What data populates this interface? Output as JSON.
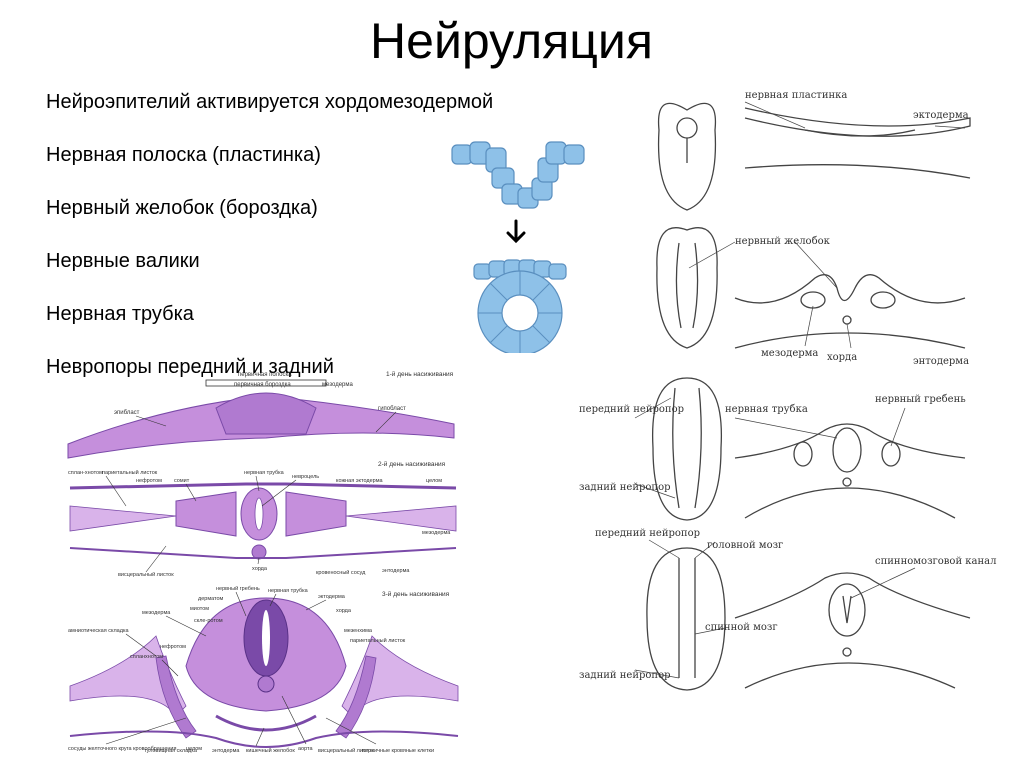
{
  "title": "Нейруляция",
  "bullets": [
    "Нейроэпителий активируется хордомезодермой",
    "Нервная полоска (пластинка)",
    "Нервный желобок (бороздка)",
    "Нервные валики",
    "Нервная трубка",
    "Невропоры передний и задний"
  ],
  "histology": {
    "day1": {
      "heading": "1-й день насиживания",
      "labels": {
        "streak": "первичная полоска",
        "groove": "первичная бороздка",
        "mesoderm": "мезодерма",
        "epiblast": "эпибласт",
        "hypoblast": "гипобласт"
      }
    },
    "day2": {
      "heading": "2-й день насиживания",
      "labels": {
        "splanchnotome": "сплан-хнотом",
        "parietal": "париетальный листок",
        "nephrotome": "нефротом",
        "somite": "сомит",
        "tube": "нервная трубка",
        "neurocoel": "невроцель",
        "skin_ecto": "кожная эктодерма",
        "coelom": "целом",
        "mesoderm": "мезодерма",
        "visceral": "висцеральный листок",
        "chorda": "хорда",
        "vessel": "кровеносный сосуд",
        "endoderm": "энтодерма"
      }
    },
    "day3": {
      "heading": "3-й день насиживания",
      "labels": {
        "crest": "нервный гребень",
        "dermatome": "дерматом",
        "myotome": "миотом",
        "sclerotome": "скле-ротом",
        "tube": "нервная трубка",
        "ectoderm": "эктодерма",
        "chorda": "хорда",
        "mesoderm": "мезодерма",
        "mesenchyme": "мезенхима",
        "amnion": "амниотическая складка",
        "parietal": "париетальный листок",
        "splanchnotome": "спланхнотом",
        "nephrotome": "нефротом",
        "vessels_yolk": "сосуды желточного круга кровообращения",
        "trunk_fold": "туловищная складка",
        "coelom": "целом",
        "endoderm": "энтодерма",
        "gut": "кишечный желобок",
        "aorta": "аорта",
        "visceral": "висцеральный листок",
        "blood_cells": "первичные кровяные клетки"
      }
    }
  },
  "schematic": {
    "plate": "нервная пластинка",
    "ectoderm": "эктодерма",
    "groove": "нервный желобок",
    "mesoderm": "мезодерма",
    "chorda": "хорда",
    "endoderm": "энтодерма",
    "anterior": "передний нейропор",
    "posterior": "задний нейропор",
    "tube": "нервная трубка",
    "crest": "нервный гребень",
    "anterior2": "передний нейропор",
    "brain": "головной мозг",
    "canal": "спинномозговой канал",
    "cord": "спинной мозг",
    "posterior2": "задний нейропор"
  },
  "colors": {
    "cell_blue": "#8ec1e8",
    "cell_stroke": "#5a8fbf",
    "tissue": "#c58fdc",
    "tissue_dark": "#7a4aa8",
    "line": "#444444"
  }
}
